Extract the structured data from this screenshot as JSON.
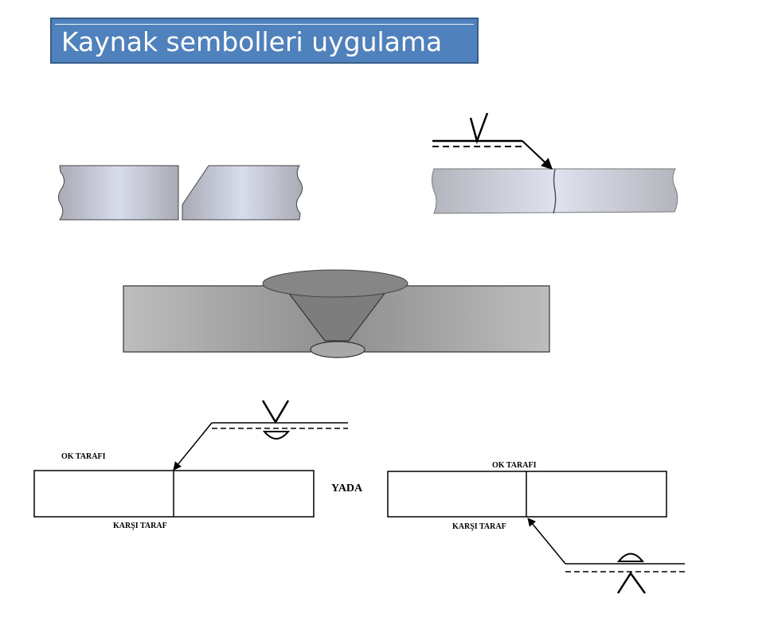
{
  "title": "Kaynak sembolleri uygulama",
  "labels": {
    "left_arrow_side": "OK TARAFI",
    "left_other_side": "KARŞI TARAF",
    "or": "YADA",
    "right_arrow_side": "OK TARAFI",
    "right_other_side": "KARŞI TARAF"
  },
  "colors": {
    "title_bg": "#4f81bd",
    "title_border": "#385d8a",
    "plate_fill_light": "#d8dcec",
    "plate_fill_dark": "#a9abb5",
    "weld_fill": "#808080"
  },
  "symbols": [
    "v-groove-weld-symbol",
    "backing-weld-symbol"
  ]
}
